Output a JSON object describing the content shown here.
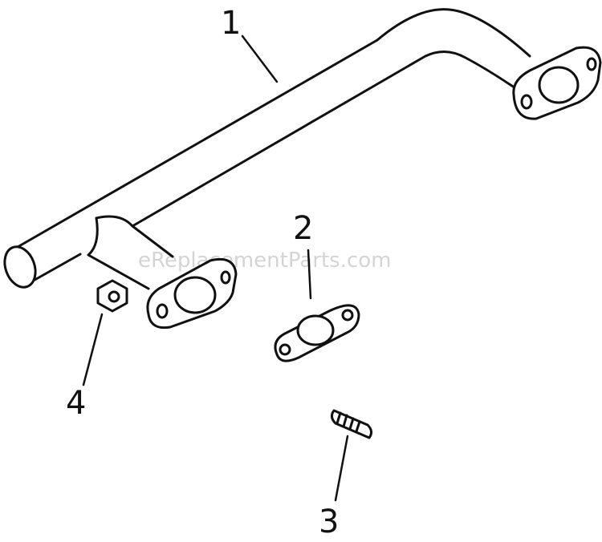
{
  "watermark": "eReplacementParts.com",
  "callouts": [
    {
      "part": "exhaust-pipe",
      "label": "1"
    },
    {
      "part": "gasket",
      "label": "2"
    },
    {
      "part": "stud",
      "label": "3"
    },
    {
      "part": "nut",
      "label": "4"
    }
  ]
}
